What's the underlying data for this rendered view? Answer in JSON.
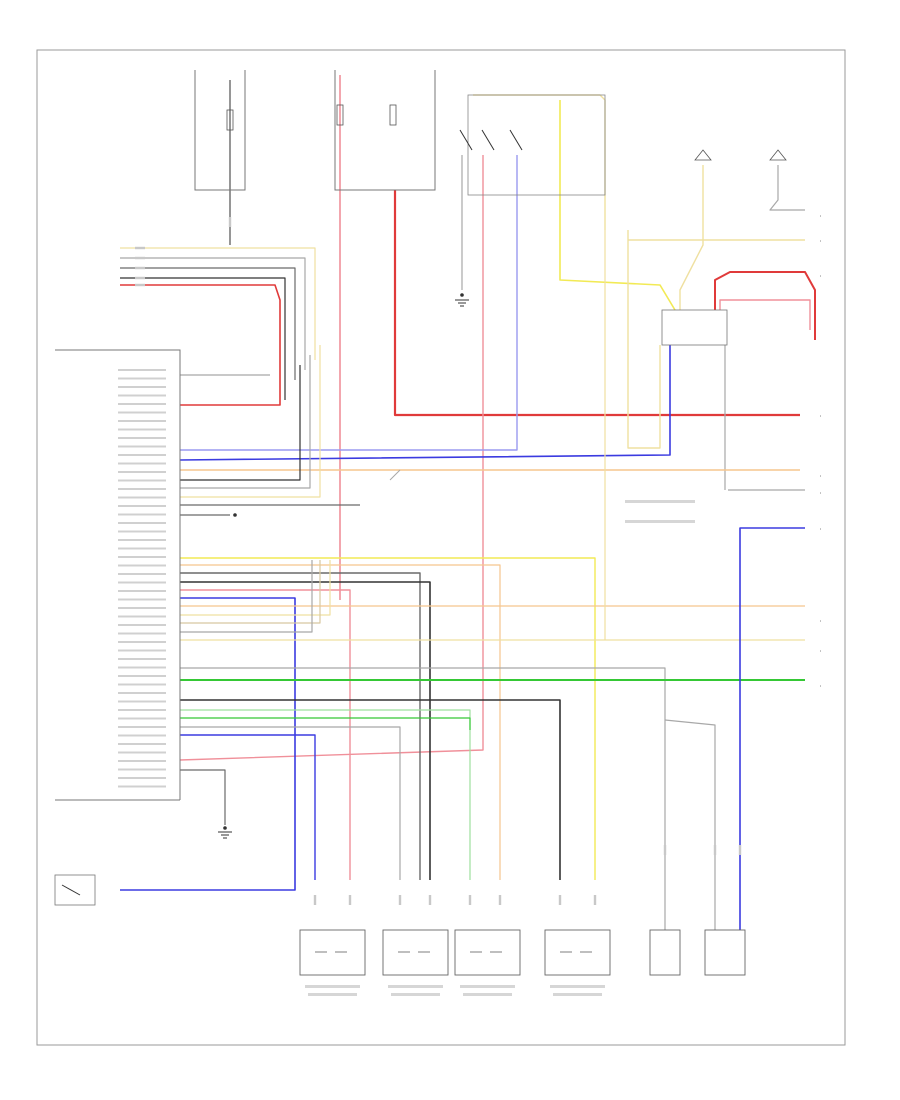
{
  "diagram": {
    "footer_code": ""
  },
  "wire_colors": {
    "black": "#333333",
    "gray": "#a8a8a8",
    "dark_gray": "#6a6a6a",
    "red": "#e03a3a",
    "pink": "#f0909a",
    "yellow": "#f2ea55",
    "light_yellow": "#efe0a0",
    "orange": "#f5c58e",
    "blue": "#3b3be0",
    "light_blue": "#9a9af0",
    "green": "#35c835",
    "light_green": "#9ee09e",
    "tan": "#d8c8a0"
  },
  "components": [
    {
      "id": "fuse-box-left",
      "icon": "fuse-icon"
    },
    {
      "id": "fuse-box-center",
      "icon": "fuse-icon"
    },
    {
      "id": "switch-group-top",
      "icon": "switch-icon"
    },
    {
      "id": "lamp-top-right-1",
      "icon": "lamp-icon"
    },
    {
      "id": "lamp-top-right-2",
      "icon": "lamp-icon"
    },
    {
      "id": "relay-right",
      "icon": "relay-icon"
    },
    {
      "id": "control-module",
      "icon": "module-icon"
    },
    {
      "id": "ground-center",
      "icon": "ground-icon"
    },
    {
      "id": "ground-module",
      "icon": "ground-icon"
    },
    {
      "id": "switch-bottom-left",
      "icon": "switch-icon"
    },
    {
      "id": "sensor-1",
      "icon": "sensor-icon"
    },
    {
      "id": "sensor-2",
      "icon": "sensor-icon"
    },
    {
      "id": "sensor-3",
      "icon": "sensor-icon"
    },
    {
      "id": "sensor-4",
      "icon": "sensor-icon"
    },
    {
      "id": "box-right-1",
      "icon": "connector-icon"
    },
    {
      "id": "box-right-2",
      "icon": "connector-icon"
    }
  ]
}
